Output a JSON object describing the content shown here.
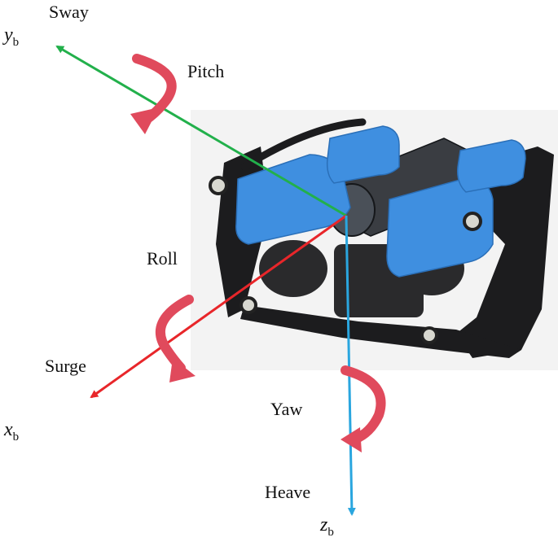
{
  "colors": {
    "x_axis": "#e8262a",
    "y_axis": "#22b04b",
    "z_axis": "#2aa6df",
    "rotation_arrow": "#e04a5c",
    "thruster_blue": "#3f8fe0",
    "frame_black": "#1c1c1e",
    "photo_background": "#f3f3f3"
  },
  "motions": {
    "sway": "Sway",
    "pitch": "Pitch",
    "roll": "Roll",
    "surge": "Surge",
    "yaw": "Yaw",
    "heave": "Heave"
  },
  "axes": {
    "y": {
      "var": "y",
      "sub": "b"
    },
    "x": {
      "var": "x",
      "sub": "b"
    },
    "z": {
      "var": "z",
      "sub": "b"
    }
  },
  "illustration": {
    "subject": "underwater ROV with four blue thrusters"
  }
}
